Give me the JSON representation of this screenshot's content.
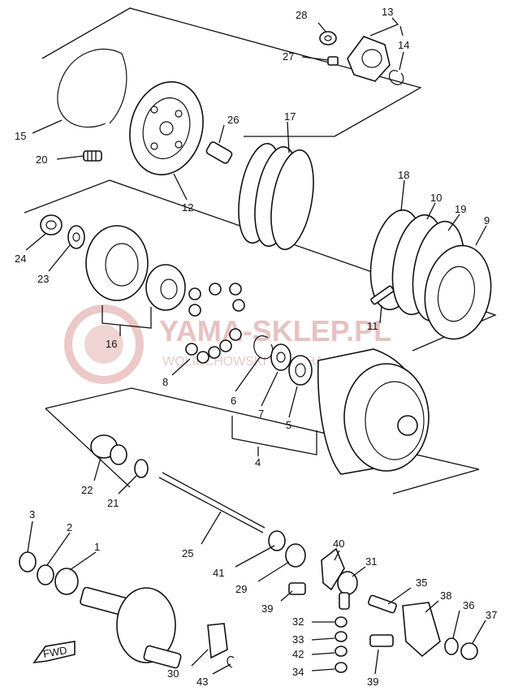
{
  "watermark": {
    "brand": "YAMA-SKLEP.PL",
    "tagline": "WOLIECHOWSKI YAMAHA"
  },
  "fwd_label": "FWD",
  "callouts": [
    {
      "id": "c28",
      "text": "28"
    },
    {
      "id": "c13",
      "text": "13"
    },
    {
      "id": "c27",
      "text": "27"
    },
    {
      "id": "c14",
      "text": "14"
    },
    {
      "id": "c15",
      "text": "15"
    },
    {
      "id": "c26",
      "text": "26"
    },
    {
      "id": "c17",
      "text": "17"
    },
    {
      "id": "c20",
      "text": "20"
    },
    {
      "id": "c12",
      "text": "12"
    },
    {
      "id": "c18",
      "text": "18"
    },
    {
      "id": "c10",
      "text": "10"
    },
    {
      "id": "c19",
      "text": "19"
    },
    {
      "id": "c9",
      "text": "9"
    },
    {
      "id": "c24",
      "text": "24"
    },
    {
      "id": "c23",
      "text": "23"
    },
    {
      "id": "c11",
      "text": "11"
    },
    {
      "id": "c16",
      "text": "16"
    },
    {
      "id": "c8",
      "text": "8"
    },
    {
      "id": "c6",
      "text": "6"
    },
    {
      "id": "c7",
      "text": "7"
    },
    {
      "id": "c5",
      "text": "5"
    },
    {
      "id": "c4",
      "text": "4"
    },
    {
      "id": "c22",
      "text": "22"
    },
    {
      "id": "c21",
      "text": "21"
    },
    {
      "id": "c25",
      "text": "25"
    },
    {
      "id": "c3",
      "text": "3"
    },
    {
      "id": "c2",
      "text": "2"
    },
    {
      "id": "c1",
      "text": "1"
    },
    {
      "id": "c40",
      "text": "40"
    },
    {
      "id": "c31",
      "text": "31"
    },
    {
      "id": "c41",
      "text": "41"
    },
    {
      "id": "c29",
      "text": "29"
    },
    {
      "id": "c35",
      "text": "35"
    },
    {
      "id": "c38",
      "text": "38"
    },
    {
      "id": "c39a",
      "text": "39"
    },
    {
      "id": "c32",
      "text": "32"
    },
    {
      "id": "c36",
      "text": "36"
    },
    {
      "id": "c37",
      "text": "37"
    },
    {
      "id": "c33",
      "text": "33"
    },
    {
      "id": "c42",
      "text": "42"
    },
    {
      "id": "c30",
      "text": "30"
    },
    {
      "id": "c43",
      "text": "43"
    },
    {
      "id": "c34",
      "text": "34"
    },
    {
      "id": "c39b",
      "text": "39"
    }
  ]
}
